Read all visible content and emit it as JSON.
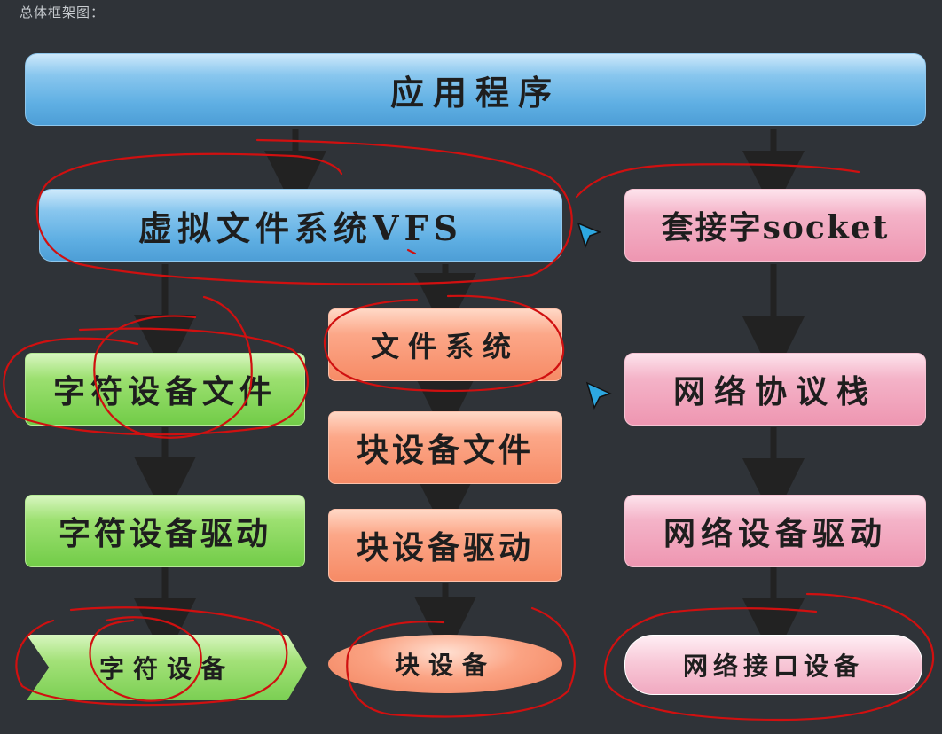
{
  "caption": "总体框架图：",
  "boxes": {
    "app": "应用程序",
    "vfs": "虚拟文件系统VFS",
    "socket": "套接字socket",
    "fs": "文件系统",
    "char_file": "字符设备文件",
    "block_file": "块设备文件",
    "net_stack": "网络协议栈",
    "char_driver": "字符设备驱动",
    "block_driver": "块设备驱动",
    "net_driver": "网络设备驱动",
    "char_device": "字符设备",
    "block_device": "块设备",
    "net_device": "网络接口设备"
  },
  "colors": {
    "background": "#2f3338",
    "blue": "#5fafe3",
    "pink": "#ee96b1",
    "salmon": "#f68b66",
    "green": "#72cc48",
    "annotation": "#d01010",
    "arrow": "#222222"
  }
}
